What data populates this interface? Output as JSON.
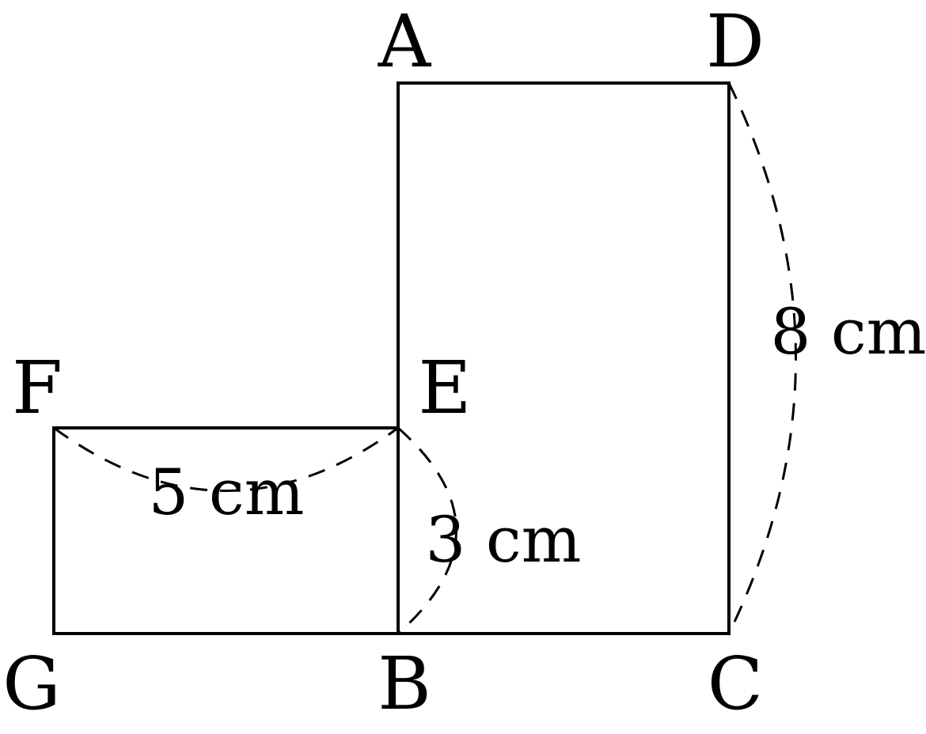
{
  "points": {
    "A": "A",
    "B": "B",
    "C": "C",
    "D": "D",
    "E": "E",
    "F": "F",
    "G": "G"
  },
  "lengths": {
    "FE": "5 cm",
    "EB": "3 cm",
    "DC": "8 cm"
  }
}
